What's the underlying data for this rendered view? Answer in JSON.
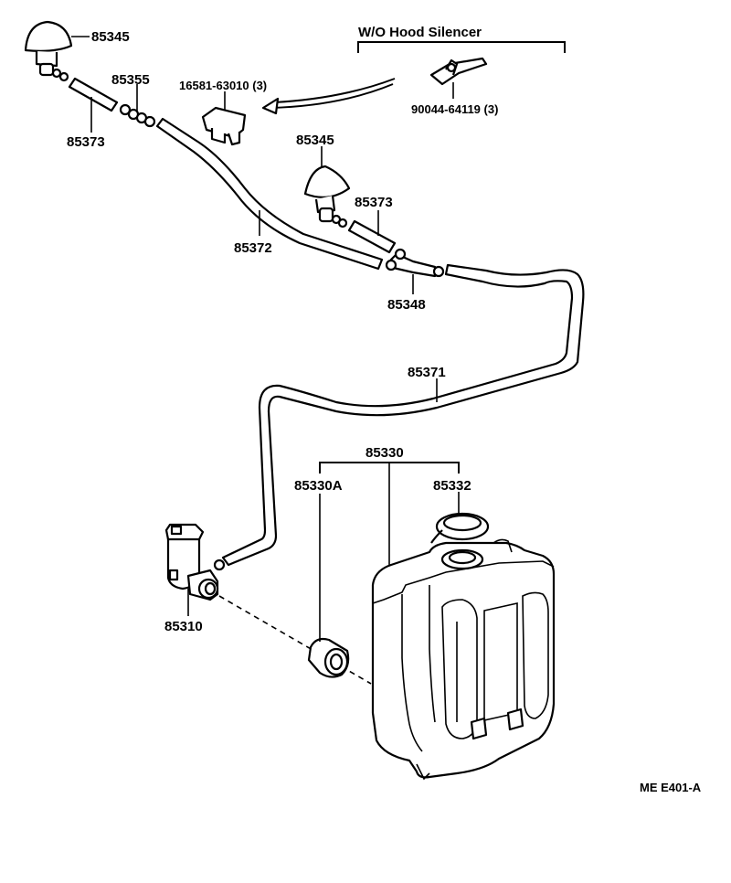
{
  "parts": {
    "nozzle_left": "85345",
    "nozzle_center": "85345",
    "hose_short_left": "85373",
    "hose_short_center": "85373",
    "connector": "85355",
    "clip": "16581-63010 (3)",
    "clip_alt": "90044-64119 (3)",
    "hose_mid": "85372",
    "joint": "85348",
    "hose_long": "85371",
    "tank_assy": "85330",
    "grommet": "85330A",
    "cap": "85332",
    "pump": "85310"
  },
  "variant_label": "W/O Hood Silencer",
  "diagram_code": "ME E401-A"
}
